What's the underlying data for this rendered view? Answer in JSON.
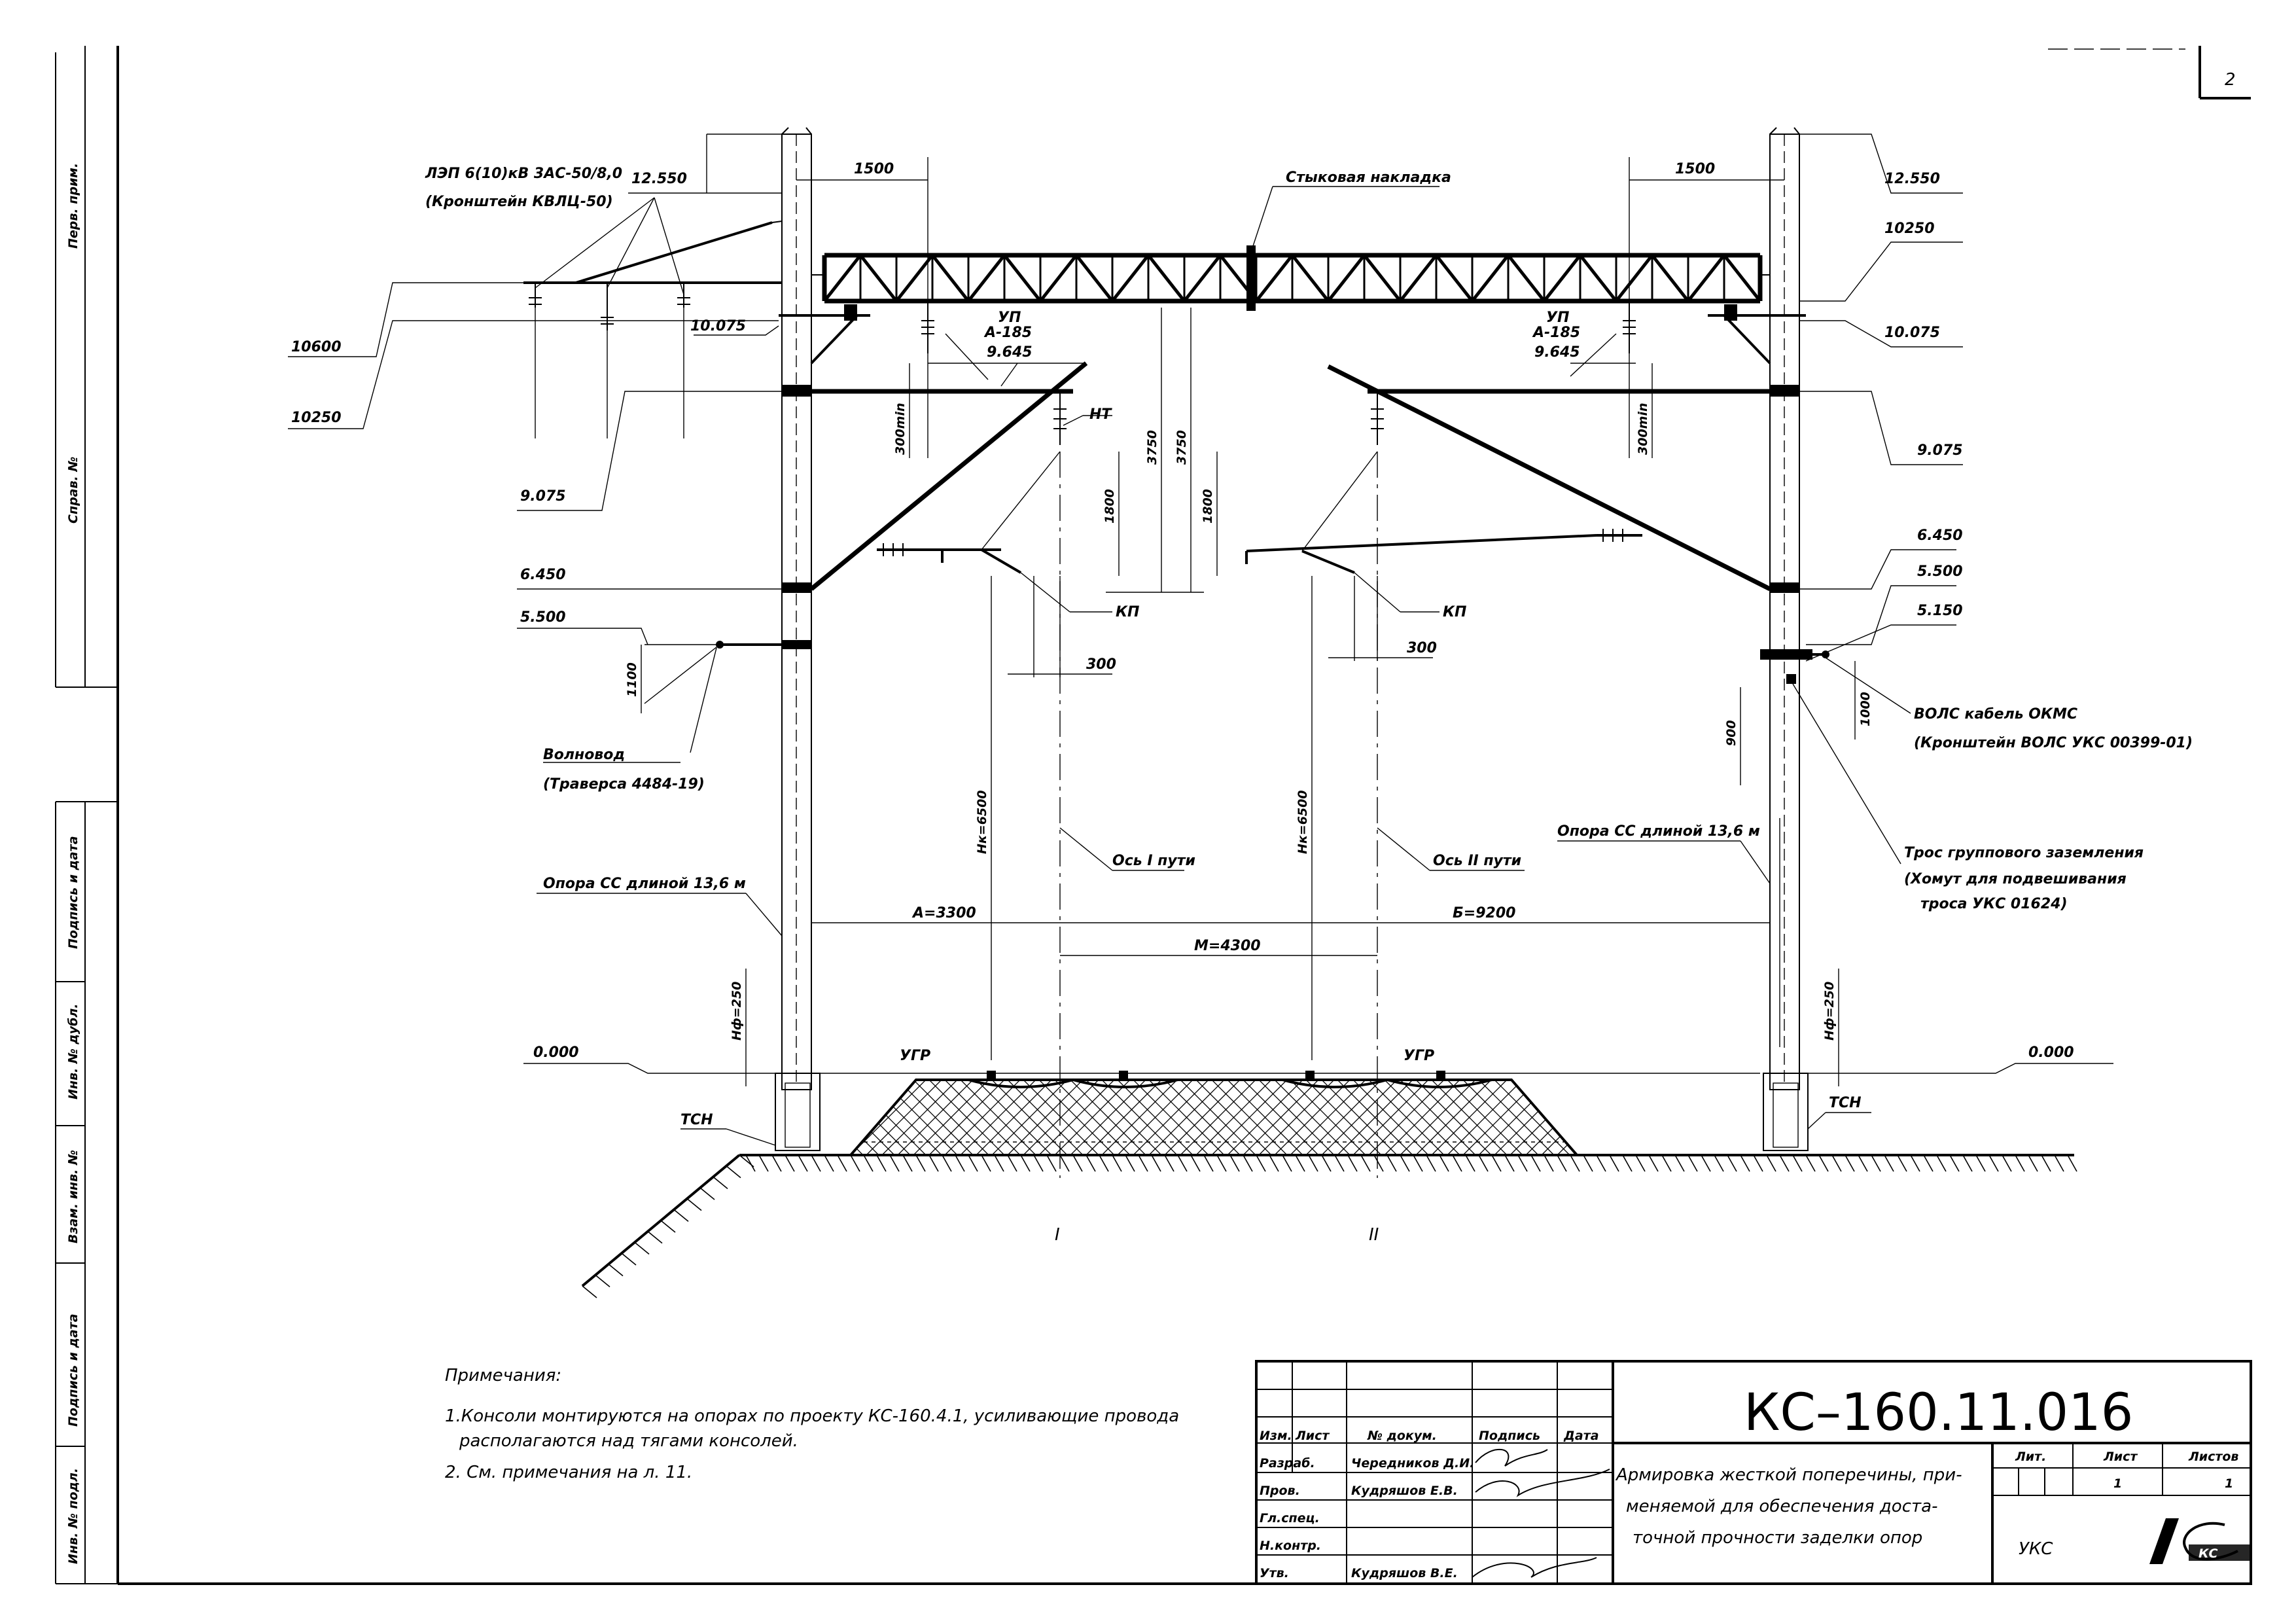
{
  "page_number": "2",
  "left_strip": {
    "perv_prim": "Перв. прим.",
    "sprav_no": "Справ. №",
    "podpis_data_1": "Подпись и дата",
    "inv_dubl": "Инв. № дубл.",
    "vzam_inv": "Взам. инв. №",
    "podpis_data_2": "Подпись и дата",
    "inv_podl": "Инв. № подл."
  },
  "labels": {
    "lep": "ЛЭП 6(10)кВ 3АС-50/8,0",
    "lep_bracket": "(Кронштейн КВЛЦ-50)",
    "joint_plate": "Стыковая накладка",
    "up_left": "УП",
    "a185_left": "А-185",
    "up_right": "УП",
    "a185_right": "А-185",
    "nt": "НТ",
    "kp_left": "КП",
    "kp_right": "КП",
    "waveguide": "Волновод",
    "waveguide_traverse": "(Траверса 4484-19)",
    "pole_left": "Опора СС длиной 13,6 м",
    "pole_right": "Опора СС длиной 13,6 м",
    "axis_1": "Ось I пути",
    "axis_2": "Ось II пути",
    "vols": "ВОЛС кабель ОКМС",
    "vols_bracket": "(Кронштейн ВОЛС УКС 00399-01)",
    "ground_rope": "Трос группового заземления",
    "ground_rope_2": "(Хомут для подвешивания",
    "ground_rope_3": "троса УКС 01624)",
    "ugr_left": "УГР",
    "ugr_right": "УГР",
    "tsn_left": "ТСН",
    "tsn_right": "ТСН",
    "track_1": "I",
    "track_2": "II"
  },
  "elevations": {
    "e12550_l": "12.550",
    "e12550_r": "12.550",
    "e10250_r": "10250",
    "e10600_l": "10600",
    "e10250_l": "10250",
    "e10075_l": "10.075",
    "e10075_r": "10.075",
    "e9645_l": "9.645",
    "e9645_r": "9.645",
    "e9075_l": "9.075",
    "e9075_r": "9.075",
    "e6450_l": "6.450",
    "e6450_r": "6.450",
    "e5500_l": "5.500",
    "e5500_r": "5.500",
    "e5150_r": "5.150",
    "e0000_l": "0.000",
    "e0000_r": "0.000"
  },
  "dimensions": {
    "d1500_l": "1500",
    "d1500_r": "1500",
    "d300min_l": "300min",
    "d300min_r": "300min",
    "d3750_a": "3750",
    "d3750_b": "3750",
    "d1800_l": "1800",
    "d1800_r": "1800",
    "d300_l": "300",
    "d300_r": "300",
    "d1100": "1100",
    "d900": "900",
    "d1000": "1000",
    "h6500_l": "Нк=6500",
    "h6500_r": "Нк=6500",
    "a3300": "А=3300",
    "m4300": "М=4300",
    "b9200": "Б=9200",
    "hf250_l": "Нф=250",
    "hf250_r": "Нф=250"
  },
  "notes": {
    "heading": "Примечания:",
    "note1_line1": "1.Консоли монтируются на опорах по проекту КС-160.4.1, усиливающие провода",
    "note1_line2": "располагаются над тягами консолей.",
    "note2": "2. См. примечания на л. 11."
  },
  "title_block": {
    "code": "КС–160.11.016",
    "h_izm": "Изм.",
    "h_list": "Лист",
    "h_doc": "№ докум.",
    "h_sign": "Подпись",
    "h_date": "Дата",
    "r_razrab": "Разраб.",
    "r_prov": "Пров.",
    "r_glspec": "Гл.спец.",
    "r_nkontr": "Н.контр.",
    "r_utv": "Утв.",
    "n_razrab": "Чередников Д.И.",
    "n_prov": "Кудряшов Е.В.",
    "n_utv": "Кудряшов В.Е.",
    "desc_1": "Армировка жесткой поперечины, при-",
    "desc_2": "меняемой для обеспечения доста-",
    "desc_3": "точной прочности заделки опор",
    "c_lit": "Лит.",
    "c_sheet": "Лист",
    "c_sheets": "Листов",
    "v_sheet": "1",
    "v_sheets": "1",
    "org": "УКС",
    "logo": "КС"
  }
}
